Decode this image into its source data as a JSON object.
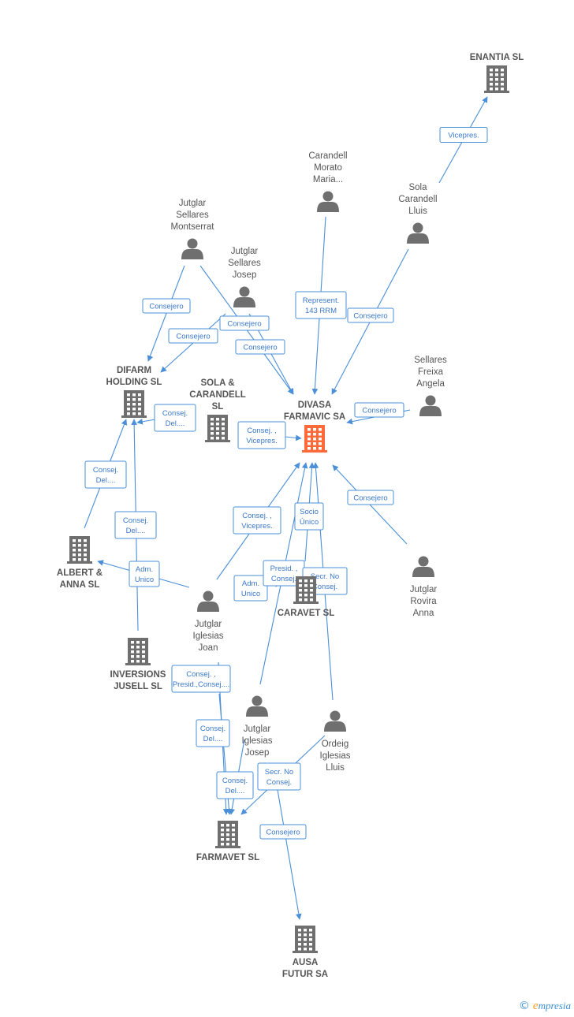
{
  "nodes": [
    {
      "id": "enantia",
      "type": "company",
      "lines": [
        "ENANTIA SL"
      ]
    },
    {
      "id": "carandell_morato",
      "type": "person",
      "lines": [
        "Carandell",
        "Morato",
        "Maria..."
      ]
    },
    {
      "id": "sola_carandell_lluis",
      "type": "person",
      "lines": [
        "Sola",
        "Carandell",
        "Lluis"
      ]
    },
    {
      "id": "jutglar_sellares_montserrat",
      "type": "person",
      "lines": [
        "Jutglar",
        "Sellares",
        "Montserrat"
      ]
    },
    {
      "id": "jutglar_sellares_josep",
      "type": "person",
      "lines": [
        "Jutglar",
        "Sellares",
        "Josep"
      ]
    },
    {
      "id": "difarm",
      "type": "company",
      "lines": [
        "DIFARM",
        "HOLDING SL"
      ]
    },
    {
      "id": "sola_carandell_sl",
      "type": "company",
      "lines": [
        "SOLA &",
        "CARANDELL",
        "SL"
      ]
    },
    {
      "id": "divasa",
      "type": "main",
      "lines": [
        "DIVASA",
        "FARMAVIC SA"
      ]
    },
    {
      "id": "sellares_freixa",
      "type": "person",
      "lines": [
        "Sellares",
        "Freixa",
        "Angela"
      ]
    },
    {
      "id": "albert_anna",
      "type": "company",
      "lines": [
        "ALBERT &",
        "ANNA SL"
      ]
    },
    {
      "id": "jutglar_iglesias_joan",
      "type": "person",
      "lines": [
        "Jutglar",
        "Iglesias",
        "Joan"
      ]
    },
    {
      "id": "caravet",
      "type": "company",
      "lines": [
        "CARAVET SL"
      ]
    },
    {
      "id": "jutglar_rovira",
      "type": "person",
      "lines": [
        "Jutglar",
        "Rovira",
        "Anna"
      ]
    },
    {
      "id": "inversions_jusell",
      "type": "company",
      "lines": [
        "INVERSIONS",
        "JUSELL SL"
      ]
    },
    {
      "id": "jutglar_iglesias_josep",
      "type": "person",
      "lines": [
        "Jutglar",
        "Iglesias",
        "Josep"
      ]
    },
    {
      "id": "ordeig",
      "type": "person",
      "lines": [
        "Ordeig",
        "Iglesias",
        "Lluis"
      ]
    },
    {
      "id": "farmavet",
      "type": "company",
      "lines": [
        "FARMAVET SL"
      ]
    },
    {
      "id": "ausa",
      "type": "company",
      "lines": [
        "AUSA",
        "FUTUR SA"
      ]
    }
  ],
  "edges": [
    {
      "from": "sola_carandell_lluis",
      "to": "enantia",
      "lines": [
        "Vicepres."
      ]
    },
    {
      "from": "carandell_morato",
      "to": "divasa",
      "lines": [
        "Represent.",
        "143 RRM"
      ]
    },
    {
      "from": "sola_carandell_lluis",
      "to": "divasa",
      "lines": [
        "Consejero"
      ]
    },
    {
      "from": "jutglar_sellares_montserrat",
      "to": "difarm",
      "lines": [
        "Consejero"
      ]
    },
    {
      "from": "jutglar_sellares_montserrat",
      "to": "divasa",
      "lines": [
        "Consejero"
      ]
    },
    {
      "from": "jutglar_sellares_josep",
      "to": "difarm",
      "lines": [
        "Consejero"
      ]
    },
    {
      "from": "jutglar_sellares_josep",
      "to": "divasa",
      "lines": [
        "Consejero"
      ]
    },
    {
      "from": "sellares_freixa",
      "to": "divasa",
      "lines": [
        "Consejero"
      ]
    },
    {
      "from": "sola_carandell_sl",
      "to": "difarm",
      "lines": [
        "Consej.",
        "Del...."
      ]
    },
    {
      "from": "sola_carandell_sl",
      "to": "divasa",
      "lines": [
        "Consej. ,",
        "Vicepres."
      ]
    },
    {
      "from": "albert_anna",
      "to": "difarm",
      "lines": [
        "Consej.",
        "Del...."
      ]
    },
    {
      "from": "inversions_jusell",
      "to": "difarm",
      "lines": [
        "Consej.",
        "Del...."
      ]
    },
    {
      "from": "jutglar_iglesias_joan",
      "to": "albert_anna",
      "lines": [
        "Adm.",
        "Unico"
      ]
    },
    {
      "from": "jutglar_iglesias_joan",
      "to": "divasa",
      "lines": [
        "Consej. ,",
        "Vicepres."
      ]
    },
    {
      "from": "jutglar_iglesias_joan",
      "to": "caravet",
      "lines": [
        "Adm.",
        "Unico"
      ]
    },
    {
      "from": "caravet",
      "to": "divasa",
      "lines": [
        "Socio",
        "Único"
      ]
    },
    {
      "from": "jutglar_iglesias_josep",
      "to": "divasa",
      "lines": [
        "Presid. ,",
        "Consej."
      ]
    },
    {
      "from": "ordeig",
      "to": "divasa",
      "lines": [
        "Secr.  No",
        "Consej."
      ]
    },
    {
      "from": "jutglar_rovira",
      "to": "divasa",
      "lines": [
        "Consejero"
      ]
    },
    {
      "from": "jutglar_iglesias_joan",
      "to": "farmavet",
      "lines": [
        "Consej. ,",
        "Presid.,Consej...."
      ]
    },
    {
      "from": "jutglar_iglesias_joan",
      "to": "farmavet",
      "lines": [
        "Consej.",
        "Del...."
      ]
    },
    {
      "from": "jutglar_iglesias_josep",
      "to": "farmavet",
      "lines": [
        "Consej.",
        "Del...."
      ]
    },
    {
      "from": "ordeig",
      "to": "farmavet",
      "lines": [
        "Secr.  No",
        "Consej."
      ]
    },
    {
      "from": "jutglar_iglesias_josep",
      "to": "ausa",
      "lines": [
        "Consejero"
      ]
    }
  ],
  "colors": {
    "edge": "#4a8fd8",
    "node": "#6f6f6f",
    "main": "#ff6a3a",
    "label": "#555555"
  },
  "footer": {
    "copyright": "©",
    "brand_initial": "e",
    "brand_rest": "mpresia"
  }
}
